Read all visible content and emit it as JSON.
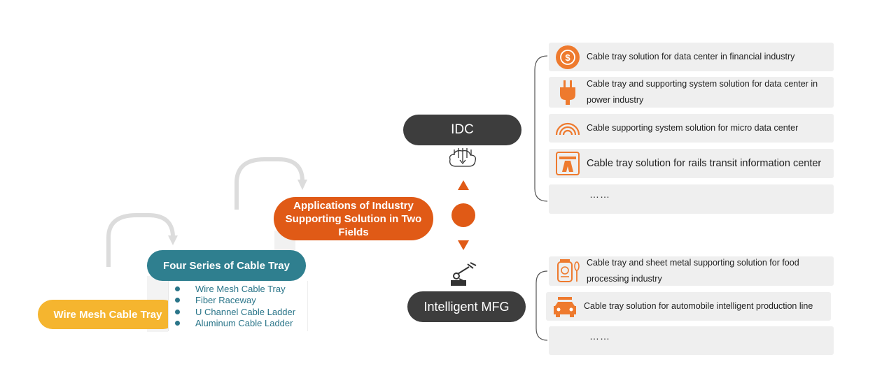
{
  "series_title": "Four Series of Cable Tray",
  "series_list": [
    "Wire Mesh Cable Tray",
    "Fiber Raceway",
    "U Channel Cable Ladder",
    "Aluminum Cable Ladder"
  ],
  "start_label": "Wire Mesh Cable Tray",
  "applications_label": "Applications of Industry Supporting Solution in Two Fields",
  "idc": {
    "label": "IDC",
    "items": [
      {
        "text": "Cable tray solution for data center in financial industry",
        "icon": "dollar-coin-icon"
      },
      {
        "text": "Cable tray and supporting system solution for data center in power industry",
        "icon": "power-plug-icon"
      },
      {
        "text": "Cable supporting system solution for micro data center",
        "icon": "rainbow-arc-icon"
      },
      {
        "text": "Cable tray solution for rails transit information center",
        "icon": "road-sign-icon"
      },
      {
        "text": "……",
        "icon": ""
      }
    ]
  },
  "mfg": {
    "label": "Intelligent MFG",
    "items": [
      {
        "text": "Cable tray and sheet metal supporting solution for food processing industry",
        "icon": "food-jar-icon"
      },
      {
        "text": "Cable tray solution for automobile intelligent production line",
        "icon": "car-icon"
      },
      {
        "text": "……",
        "icon": ""
      }
    ]
  },
  "colors": {
    "orange": "#e05a16",
    "teal": "#2f7f8f",
    "yellow": "#f5b52f",
    "dark": "#3d3d3d",
    "icon_orange": "#ee7a2e",
    "box_bg": "#efefef"
  }
}
